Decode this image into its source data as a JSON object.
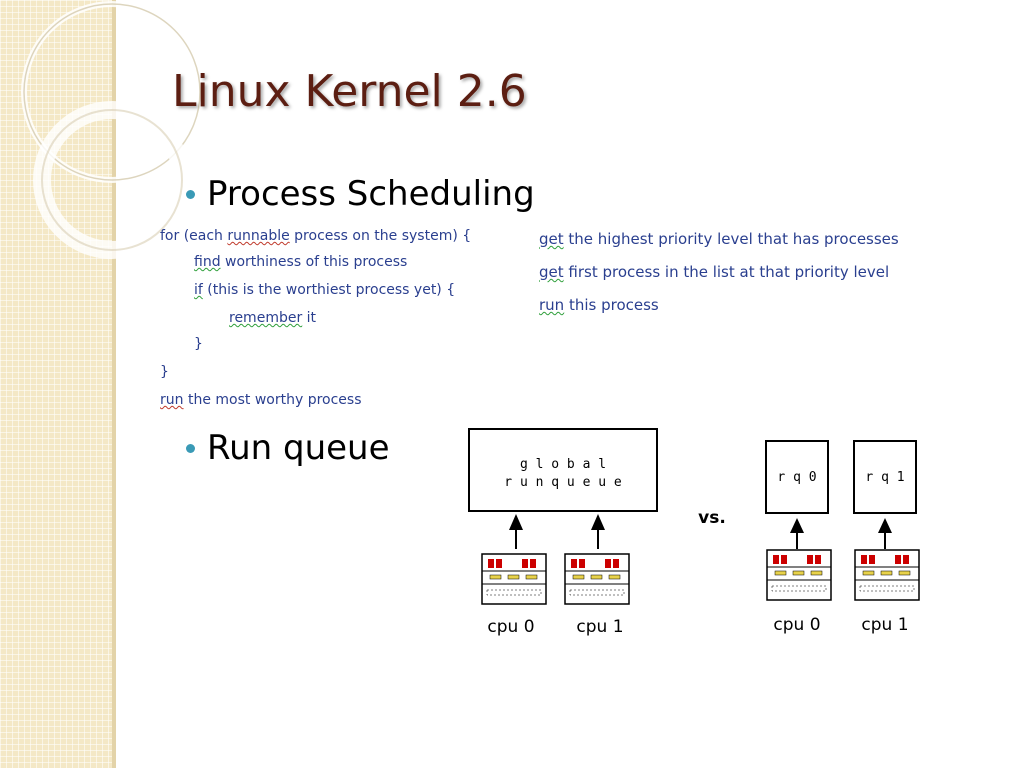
{
  "title": "Linux Kernel 2.6",
  "bullets": [
    {
      "text": "Process Scheduling"
    },
    {
      "text": "Run queue"
    }
  ],
  "code_left": [
    {
      "pre": "for (each ",
      "squig": "runnable",
      "post": " process on the system) {"
    },
    {
      "pre": "",
      "squig": "find",
      "post": " worthiness of this process"
    },
    {
      "pre": "",
      "squig": "if",
      "post": " (this is the worthiest process yet) {"
    },
    {
      "pre": "",
      "squig": "remember",
      "post": " it"
    },
    {
      "pre": "}",
      "squig": "",
      "post": ""
    },
    {
      "pre": "}",
      "squig": "",
      "post": ""
    },
    {
      "pre": "",
      "squig": "run",
      "post": " the most worthy process"
    }
  ],
  "code_right": [
    {
      "squig": "get",
      "post": " the highest priority level that has processes"
    },
    {
      "squig": "get",
      "post": " first process in the list at that priority level"
    },
    {
      "squig": "run",
      "post": " this process"
    }
  ],
  "diagram": {
    "global_line1": "g l o b a l",
    "global_line2": "r u n q u e u e",
    "vs_label": "vs.",
    "rq0": "r q 0",
    "rq1": "r q 1",
    "cpu0": "cpu 0",
    "cpu1": "cpu 1"
  },
  "colors": {
    "title": "#5c1e12",
    "bullet": "#3a9ab6",
    "code": "#2a3f8f"
  }
}
